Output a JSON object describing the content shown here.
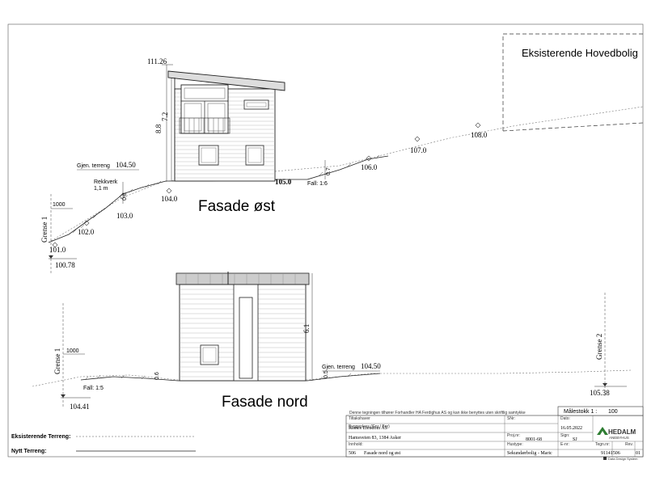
{
  "sheet": {
    "existing_building": "Eksisterende Hovedbolig",
    "elevation_east": {
      "title": "Fasade øst",
      "height_top": "111.26",
      "dim_total": "8.8",
      "dim_wall": "7.2",
      "gjen_terreng": "Gjen. terreng",
      "gjen_terreng_val": "104.50",
      "rekkverk": "Rekkverk",
      "rekkverk_h": "1,1 m",
      "fall": "Fall: 1:6",
      "grense": "Grense 1",
      "dim_1000": "1000",
      "dim_0_7": "0.7",
      "dim_0_8": "0.8",
      "base_level": "100.78",
      "level_105": "105.0",
      "contours": [
        "101.0",
        "102.0",
        "103.0",
        "104.0",
        "106.0",
        "107.0",
        "108.0"
      ]
    },
    "elevation_north": {
      "title": "Fasade nord",
      "dim_total": "6.1",
      "gjen_terreng": "Gjen. terreng",
      "gjen_terreng_val": "104.50",
      "fall": "Fall: 1:5",
      "grense_1": "Grense 1",
      "grense_2": "Grense 2",
      "dim_1000": "1000",
      "dim_0_5": "0.5",
      "dim_0_6": "0.6",
      "level_left": "104.41",
      "level_right": "105.38"
    },
    "legend": {
      "existing_terrain": "Eksisterende Terreng:",
      "new_terrain": "Nytt Terreng:"
    },
    "title_block": {
      "disclaimer": "Denne tegningen tilhører Forhandler HA Ferdighus AS og kan ikke benyttes uten skriftlig samtykke",
      "scale_label": "Målestokk 1 :",
      "scale_value": "100",
      "tiltakshaver_label": "Tiltakshaver",
      "tiltakshaver": "Risnes Eiendom AS",
      "byggeplass_label": "Byggeplass (Gnr / Bnr)",
      "byggeplass": "Hamsveien 83, 1384 Asker",
      "snr_label": "SNr:",
      "projnr_label": "Proj.nr:",
      "projnr": "8001-68",
      "dato_label": "Dato:",
      "dato": "16.05.2022",
      "sign_label": "Sign:",
      "sign": "SJ",
      "brand": "HEDALM",
      "brand_sub": "ANEBYHUS",
      "tegn_label": "Tegn.nr:",
      "tegn": "91141506",
      "rev_label": "Rev.",
      "rev": "01",
      "innhold_label": "Innhold:",
      "innhold_nr": "506",
      "innhold": "Fasade nord og øst",
      "hustype_label": "Hustype:",
      "hustype": "Sekundærbolig - Maric",
      "en_label": "E-nr:",
      "footer": "Data Design System"
    }
  }
}
